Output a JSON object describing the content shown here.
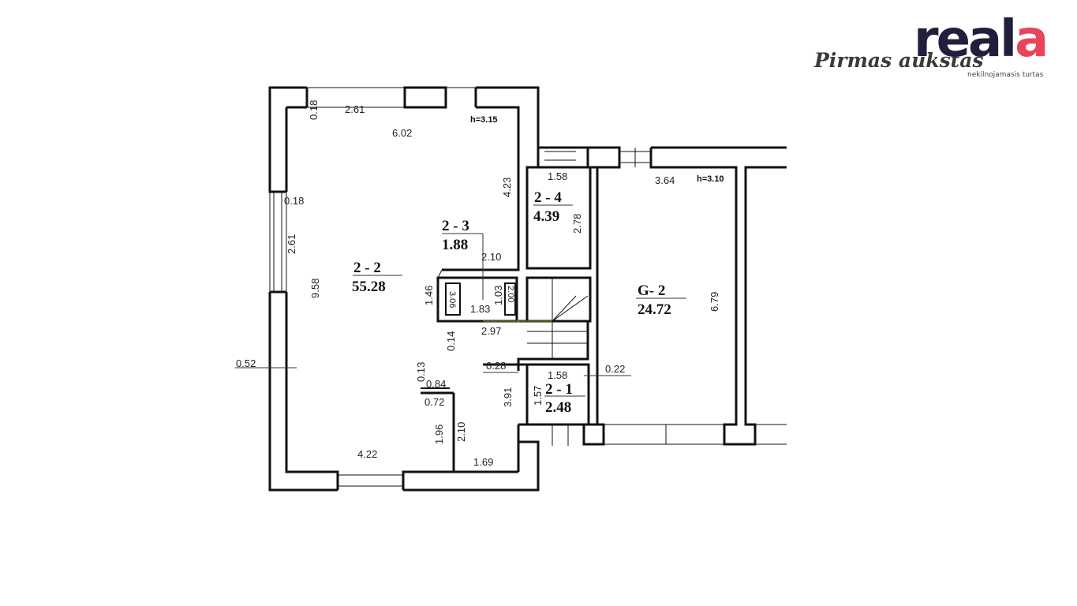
{
  "title": "Pirmas aukštas",
  "logo": {
    "text_main": "real",
    "text_accent": "a",
    "tagline": "nekilnojamasis turtas",
    "colors": {
      "main": "#221e3c",
      "accent": "#e8455a"
    }
  },
  "rooms": [
    {
      "id": "2 - 2",
      "area": "55.28"
    },
    {
      "id": "2 - 3",
      "area": "1.88"
    },
    {
      "id": "2 - 4",
      "area": "4.39"
    },
    {
      "id": "2 - 1",
      "area": "2.48"
    },
    {
      "id": "G- 2",
      "area": "24.72"
    }
  ],
  "heights": [
    "h=3.15",
    "h=3.10"
  ],
  "dimensions": [
    "0.18",
    "2.61",
    "6.02",
    "4.23",
    "0.18",
    "2.61",
    "9.58",
    "1.46",
    "2.10",
    "1.83",
    "1.03",
    "3.06",
    "2.00",
    "2.97",
    "0.14",
    "0.52",
    "0.13",
    "0.84",
    "0.72",
    "1.96",
    "2.10",
    "4.22",
    "1.69",
    "0.28",
    "1.58",
    "3.91",
    "1.57",
    "1.58",
    "2.78",
    "3.64",
    "6.79",
    "0.22"
  ]
}
